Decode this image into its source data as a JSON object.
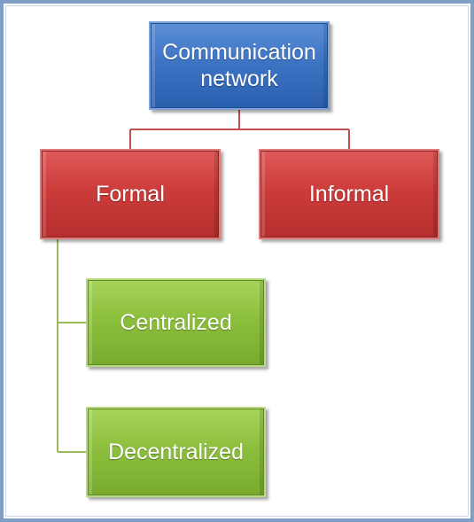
{
  "diagram": {
    "root": {
      "label_line1": "Communication",
      "label_line2": "network"
    },
    "formal": {
      "label": "Formal"
    },
    "informal": {
      "label": "Informal"
    },
    "centralized": {
      "label": "Centralized"
    },
    "decentralized": {
      "label": "Decentralized"
    }
  },
  "colors": {
    "root": "#3d74c4",
    "level1": "#cc3c3b",
    "level2": "#8dbf3e",
    "red_connector": "#c0504d",
    "green_connector": "#9bbb59",
    "frame": "#7f9fc9"
  }
}
